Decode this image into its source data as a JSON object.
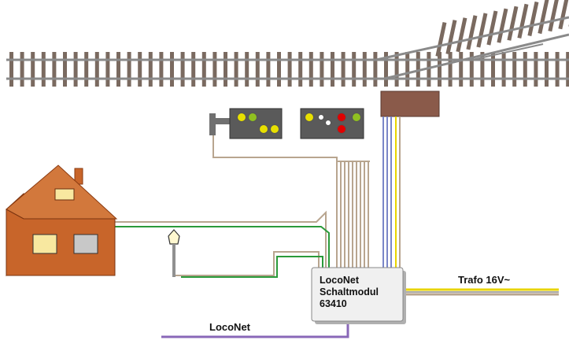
{
  "module": {
    "line1": "LocoNet",
    "line2": "Schaltmodul",
    "line3": "63410"
  },
  "labels": {
    "trafo": "Trafo 16V~",
    "loconet": "LocoNet"
  },
  "colors": {
    "rail": "#8a8a8a",
    "sleeper": "#7a6a60",
    "wire_tan": "#b8a58f",
    "wire_green": "#2a9a3a",
    "wire_blue": "#7a86c8",
    "wire_yellow": "#e8d400",
    "wire_purple": "#8a68b8",
    "house_wall": "#c8652a",
    "house_roof": "#d2783c",
    "signal_body": "#5a5a5a",
    "switch_motor": "#8a5a4a",
    "module_box": "#f0f0f0",
    "lamp_yellow": "#e8e000",
    "lamp_green": "#90c020",
    "lamp_red": "#e00000",
    "lamp_white": "#ffffff"
  },
  "icons": [
    "house-icon",
    "street-lamp-icon",
    "signal-icon",
    "track-switch-icon"
  ]
}
